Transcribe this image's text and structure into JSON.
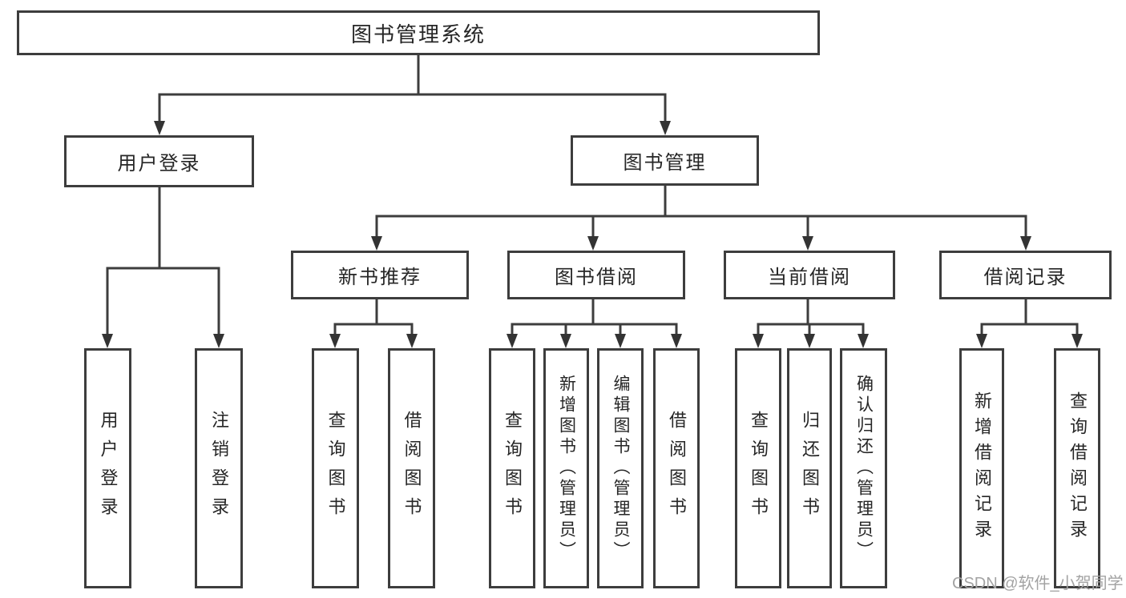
{
  "nodes": {
    "root": "图书管理系统",
    "user_login": "用户登录",
    "book_management": "图书管理",
    "new_book_recommend": "新书推荐",
    "book_borrow": "图书借阅",
    "current_borrow": "当前借阅",
    "borrow_record": "借阅记录"
  },
  "leaves": [
    "用户登录",
    "注销登录",
    "查询图书",
    "借阅图书",
    "查询图书",
    "新增图书（管理员）",
    "编辑图书（管理员）",
    "借阅图书",
    "查询图书",
    "归还图书",
    "确认归还（管理员）",
    "新增借阅记录",
    "查询借阅记录"
  ],
  "watermark": "CSDN @软件_小贺同学",
  "colors": {
    "line": "#3d3d3d",
    "arrow": "#333333",
    "text": "#262626",
    "watermark": "#a3a3a3",
    "background": "#ffffff"
  }
}
